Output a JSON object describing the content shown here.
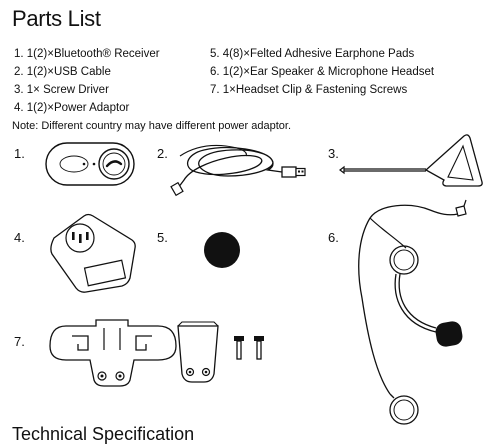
{
  "title": "Parts List",
  "items": [
    "1. 1(2)×Bluetooth® Receiver",
    "2. 1(2)×USB Cable",
    "3. 1× Screw Driver",
    "4. 1(2)×Power Adaptor",
    "5. 4(8)×Felted Adhesive Earphone Pads",
    "6. 1(2)×Ear Speaker & Microphone Headset",
    "7. 1×Headset Clip & Fastening Screws"
  ],
  "note": "Note: Different country may have different power adaptor.",
  "figure_numbers": [
    "1.",
    "2.",
    "3.",
    "4.",
    "5.",
    "6.",
    "7."
  ],
  "next_section_title": "Technical Specification"
}
